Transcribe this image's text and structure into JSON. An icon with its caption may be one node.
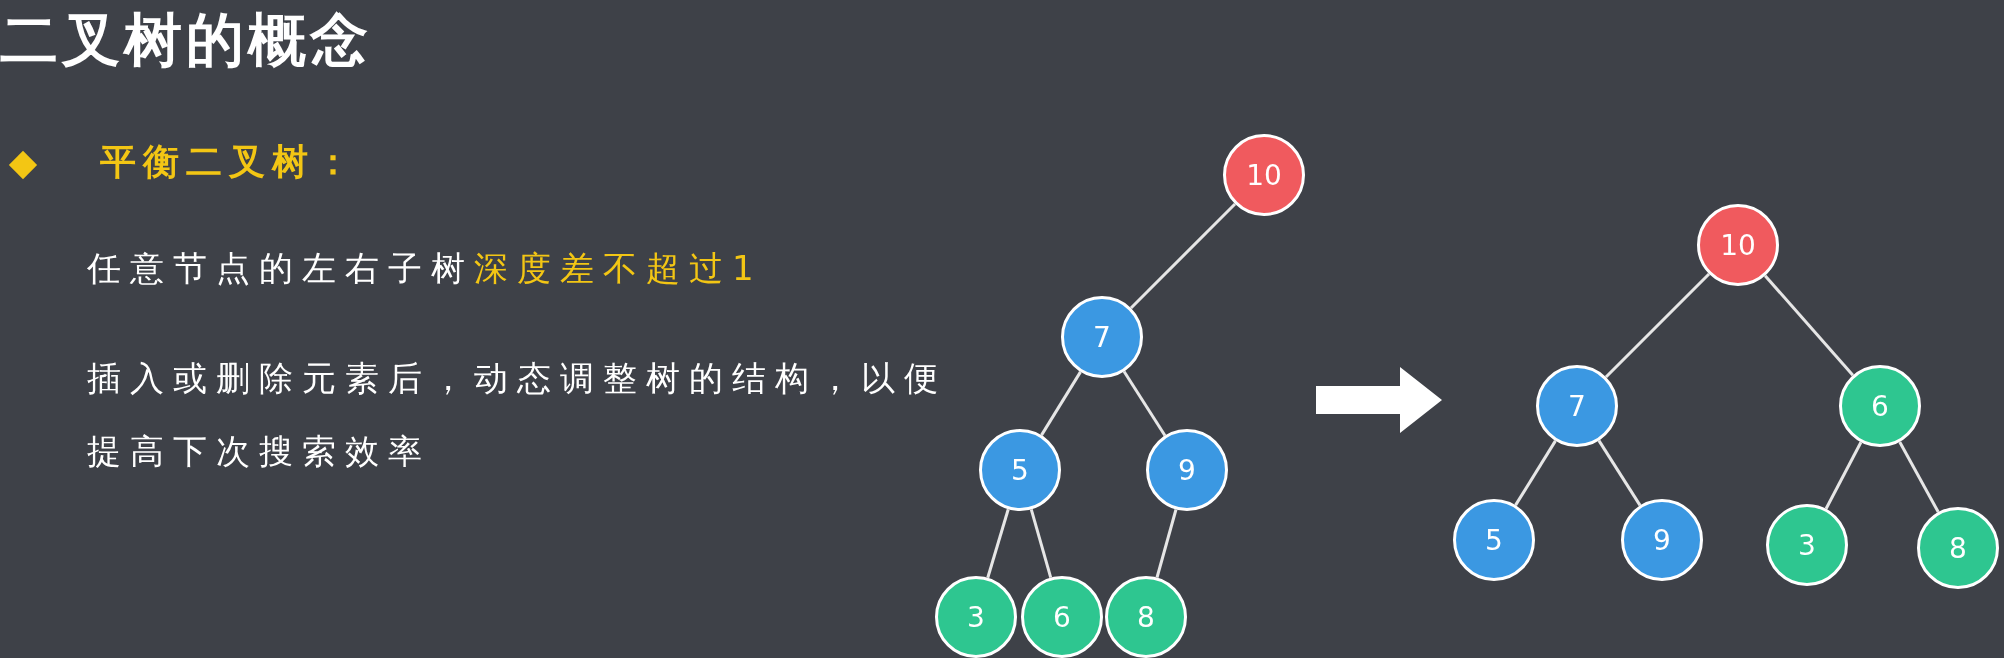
{
  "diagram": {
    "title": "二叉树的概念",
    "nodes": [
      {
        "text": [
          "10"
        ]
      },
      {
        "text": [
          "7"
        ]
      },
      {
        "text": [
          "5"
        ]
      },
      {
        "text": [
          "9"
        ]
      },
      {
        "text": [
          "3"
        ]
      },
      {
        "text": [
          "6"
        ]
      },
      {
        "text": [
          "8"
        ]
      },
      {
        "text": [
          "10"
        ]
      },
      {
        "text": [
          "7"
        ]
      },
      {
        "text": [
          "6"
        ]
      },
      {
        "text": [
          "5"
        ]
      },
      {
        "text": [
          "9"
        ]
      },
      {
        "text": [
          "3"
        ]
      },
      {
        "text": [
          "8"
        ]
      }
    ],
    "edges": [
      {
        "from": 0,
        "to": 1,
        "arrow": "none"
      },
      {
        "from": 1,
        "to": 2,
        "arrow": "none"
      },
      {
        "from": 1,
        "to": 3,
        "arrow": "none"
      },
      {
        "from": 2,
        "to": 4,
        "arrow": "none"
      },
      {
        "from": 2,
        "to": 5,
        "arrow": "none"
      },
      {
        "from": 3,
        "to": 6,
        "arrow": "none"
      },
      {
        "from": 7,
        "to": 8,
        "arrow": "none"
      },
      {
        "from": 7,
        "to": 9,
        "arrow": "none"
      },
      {
        "from": 8,
        "to": 10,
        "arrow": "none"
      },
      {
        "from": 8,
        "to": 11,
        "arrow": "none"
      },
      {
        "from": 9,
        "to": 12,
        "arrow": "none"
      },
      {
        "from": 9,
        "to": 13,
        "arrow": "none"
      }
    ],
    "labels": [
      "平衡二叉树：",
      "任意节点的左右子树",
      "深度差不超过1",
      "插入或删除元素后，动态调整树的结构，以便提高下次搜索效率"
    ]
  }
}
